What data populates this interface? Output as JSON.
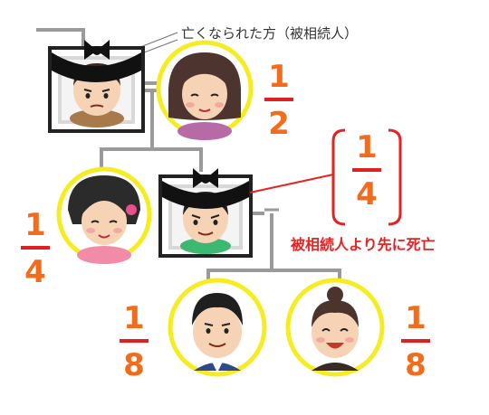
{
  "labels": {
    "deceased_note": "亡くなられた方（被相続人）",
    "predeceased_note": "被相続人より先に死亡"
  },
  "shares": {
    "spouse": {
      "numerator": "1",
      "denominator": "2"
    },
    "predeceased_child": {
      "numerator": "1",
      "denominator": "4"
    },
    "daughter": {
      "numerator": "1",
      "denominator": "4"
    },
    "grandson": {
      "numerator": "1",
      "denominator": "8"
    },
    "granddaughter": {
      "numerator": "1",
      "denominator": "8"
    }
  },
  "colors": {
    "share_text": "#f26c1b",
    "share_bar": "#e02020",
    "note_red": "#e62323",
    "heir_ring": "#f5ed22",
    "family_line": "#9a9a9a",
    "mourning_ribbon": "#111111"
  }
}
